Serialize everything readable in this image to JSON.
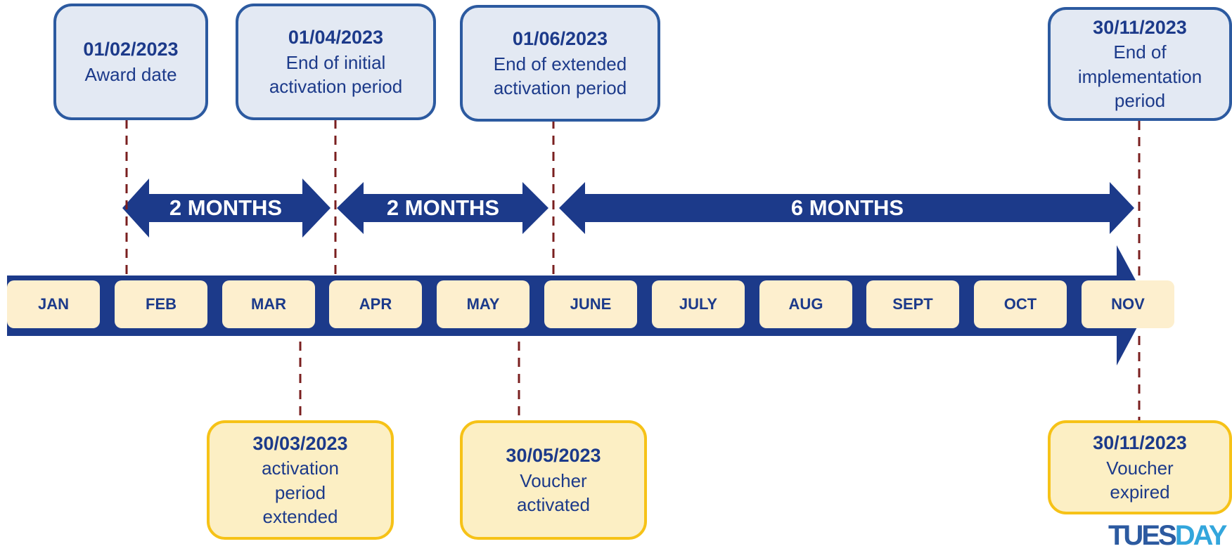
{
  "months": [
    "JAN",
    "FEB",
    "MAR",
    "APR",
    "MAY",
    "JUNE",
    "JULY",
    "AUG",
    "SEPT",
    "OCT",
    "NOV"
  ],
  "top_milestones": [
    {
      "date": "01/02/2023",
      "label": "Award date"
    },
    {
      "date": "01/04/2023",
      "label": "End of initial activation period"
    },
    {
      "date": "01/06/2023",
      "label": "End of extended activation period"
    },
    {
      "date": "30/11/2023",
      "label": "End of implementation period"
    }
  ],
  "bottom_milestones": [
    {
      "date": "30/03/2023",
      "label": "activation period extended"
    },
    {
      "date": "30/05/2023",
      "label": "Voucher activated"
    },
    {
      "date": "30/11/2023",
      "label": "Voucher expired"
    }
  ],
  "durations": [
    "2 MONTHS",
    "2 MONTHS",
    "6 MONTHS"
  ],
  "logo_text": {
    "part1": "TUES",
    "part2": "DAY"
  },
  "colors": {
    "arrow_blue": "#1c3a8a",
    "top_box_fill": "#e3e9f3",
    "top_box_border": "#2c5aa0",
    "bottom_box_fill": "#fcefc4",
    "bottom_box_border": "#f6c217",
    "month_fill": "#fdefce",
    "dashed_line": "#7a1f1f"
  }
}
